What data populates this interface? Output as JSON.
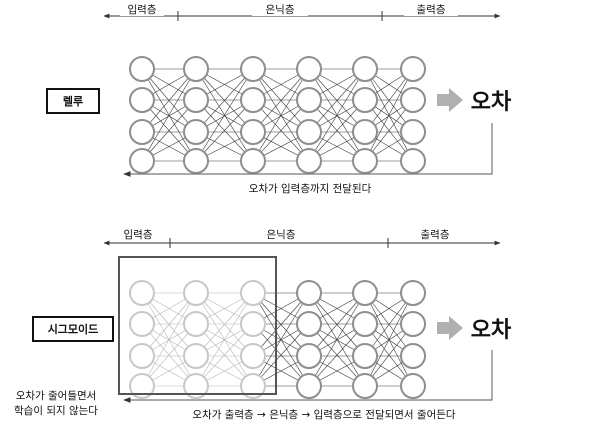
{
  "colors": {
    "node_dark": "#8e8e8e",
    "node_light": "#c8c8c8",
    "edge_dark": "#3a3a3a",
    "edge_light": "#b8b8b8",
    "arrow_fill": "#b0b0b0",
    "box_stroke": "#555555"
  },
  "top": {
    "header": {
      "input": "입력층",
      "hidden": "은닉층",
      "output": "출력층"
    },
    "activation": "렐루",
    "error": "오차",
    "back_caption": "오차가 입력층까지 전달된다"
  },
  "bottom": {
    "header": {
      "input": "입력층",
      "hidden": "은닉층",
      "output": "출력층"
    },
    "activation": "시그모이드",
    "error": "오차",
    "side_note": [
      "오차가 줄어들면서",
      "학습이 되지 않는다"
    ],
    "back_caption": "오차가 출력층 → 은닉층 → 입력층으로 전달되면서 줄어든다"
  }
}
